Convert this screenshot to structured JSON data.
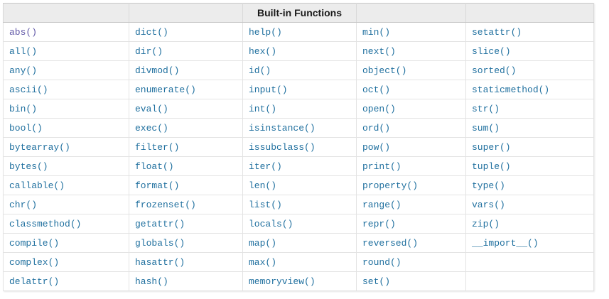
{
  "table": {
    "title": "Built-in Functions",
    "visited": [
      "abs()"
    ],
    "rows": [
      [
        "abs()",
        "dict()",
        "help()",
        "min()",
        "setattr()"
      ],
      [
        "all()",
        "dir()",
        "hex()",
        "next()",
        "slice()"
      ],
      [
        "any()",
        "divmod()",
        "id()",
        "object()",
        "sorted()"
      ],
      [
        "ascii()",
        "enumerate()",
        "input()",
        "oct()",
        "staticmethod()"
      ],
      [
        "bin()",
        "eval()",
        "int()",
        "open()",
        "str()"
      ],
      [
        "bool()",
        "exec()",
        "isinstance()",
        "ord()",
        "sum()"
      ],
      [
        "bytearray()",
        "filter()",
        "issubclass()",
        "pow()",
        "super()"
      ],
      [
        "bytes()",
        "float()",
        "iter()",
        "print()",
        "tuple()"
      ],
      [
        "callable()",
        "format()",
        "len()",
        "property()",
        "type()"
      ],
      [
        "chr()",
        "frozenset()",
        "list()",
        "range()",
        "vars()"
      ],
      [
        "classmethod()",
        "getattr()",
        "locals()",
        "repr()",
        "zip()"
      ],
      [
        "compile()",
        "globals()",
        "map()",
        "reversed()",
        "__import__()"
      ],
      [
        "complex()",
        "hasattr()",
        "max()",
        "round()",
        ""
      ],
      [
        "delattr()",
        "hash()",
        "memoryview()",
        "set()",
        ""
      ]
    ]
  },
  "colors": {
    "link": "#20709f",
    "visited_link": "#6158a7",
    "header_bg": "#ececec",
    "header_text": "#1a1a1a",
    "border_outer": "#c9c9c9",
    "border_inner": "#e3e3e3",
    "page_bg": "#ffffff"
  }
}
